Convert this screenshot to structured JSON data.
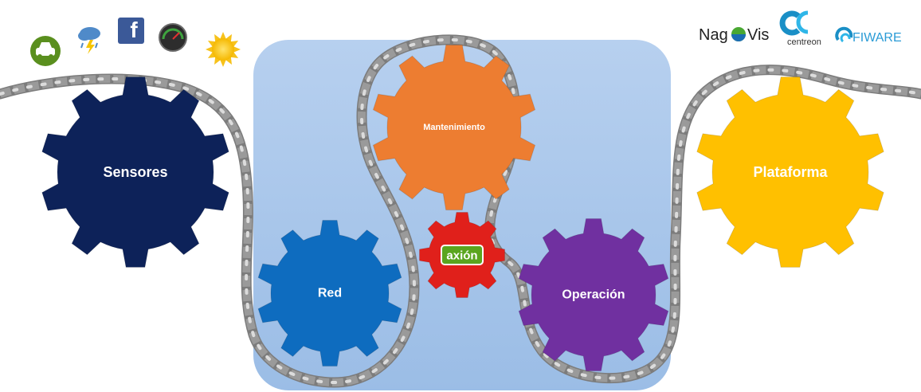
{
  "gears": {
    "sensores": {
      "label": "Sensores",
      "color": "#0d2259"
    },
    "mantenimiento": {
      "label": "Mantenimiento",
      "color": "#ed7d31"
    },
    "red": {
      "label": "Red",
      "color": "#0e6cbf"
    },
    "axion": {
      "label": "axión",
      "color": "#e0201b",
      "badge_color": "#5aa51e"
    },
    "operacion": {
      "label": "Operación",
      "color": "#7030a0"
    },
    "plataforma": {
      "label": "Plataforma",
      "color": "#ffc000"
    }
  },
  "panel": {
    "color": "#a8c6ea"
  },
  "chain": {
    "color": "#9a9a9a"
  },
  "source_icons": [
    "car-icon",
    "weather-icon",
    "facebook-icon",
    "speedometer-icon",
    "sun-icon"
  ],
  "platform_logos": {
    "nagvis": {
      "left": "Nag",
      "right": "Vis"
    },
    "centreon": {
      "text": "centreon"
    },
    "fiware": {
      "text": "FIWARE"
    }
  }
}
